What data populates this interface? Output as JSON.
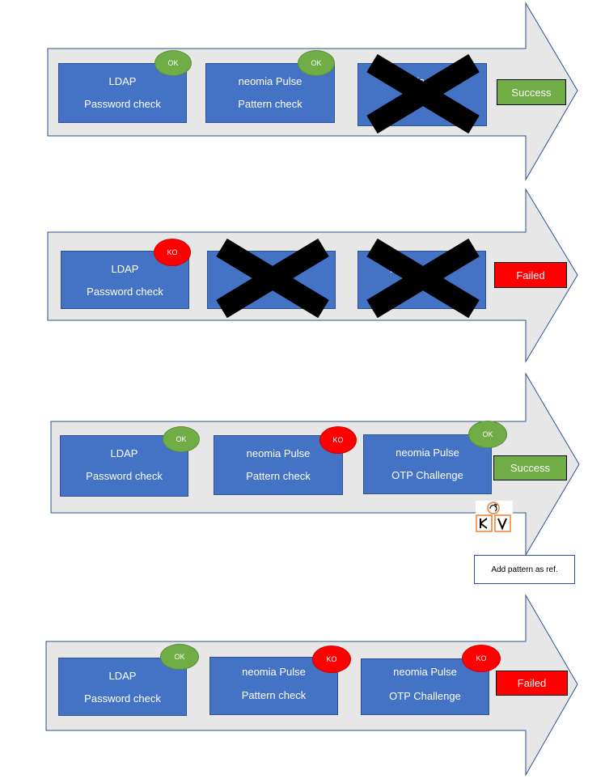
{
  "colors": {
    "box_fill": "#4472c4",
    "arrow_fill": "#e7e7e7",
    "ok": "#70ad47",
    "ko": "#ff0000",
    "success": "#70ad47",
    "failed": "#ff0000"
  },
  "rows": [
    {
      "boxes": [
        {
          "line1": "LDAP",
          "line2": "Password check",
          "badge": "OK",
          "crossed": false
        },
        {
          "line1": "neomia Pulse",
          "line2": "Pattern check",
          "badge": "OK",
          "crossed": false
        },
        {
          "line1": "neomia Pulse",
          "line2": "",
          "badge": "",
          "crossed": true
        }
      ],
      "result": "Success"
    },
    {
      "boxes": [
        {
          "line1": "LDAP",
          "line2": "Password check",
          "badge": "KO",
          "crossed": false
        },
        {
          "line1": "",
          "line2": "",
          "badge": "",
          "crossed": true
        },
        {
          "line1": "neomia Pulse",
          "line2": "",
          "badge": "",
          "crossed": true
        }
      ],
      "result": "Failed"
    },
    {
      "boxes": [
        {
          "line1": "LDAP",
          "line2": "Password check",
          "badge": "OK",
          "crossed": false
        },
        {
          "line1": "neomia Pulse",
          "line2": "Pattern check",
          "badge": "KO",
          "crossed": false
        },
        {
          "line1": "neomia Pulse",
          "line2": "OTP Challenge",
          "badge": "OK",
          "crossed": false
        }
      ],
      "result": "Success",
      "note": "Add pattern as ref."
    },
    {
      "boxes": [
        {
          "line1": "LDAP",
          "line2": "Password check",
          "badge": "OK",
          "crossed": false
        },
        {
          "line1": "neomia Pulse",
          "line2": "Pattern check",
          "badge": "KO",
          "crossed": false
        },
        {
          "line1": "neomia Pulse",
          "line2": "OTP Challenge",
          "badge": "KO",
          "crossed": false
        }
      ],
      "result": "Failed"
    }
  ]
}
